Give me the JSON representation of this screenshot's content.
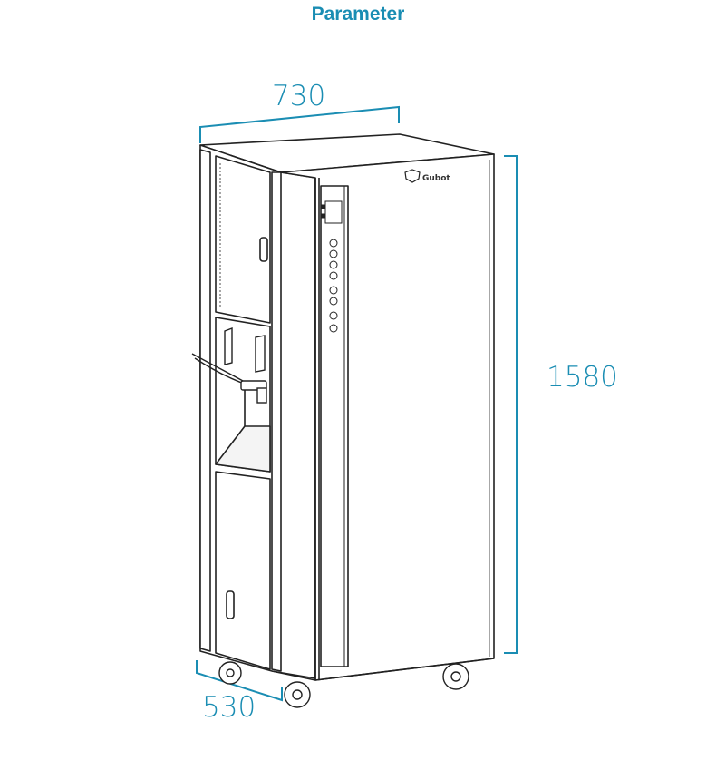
{
  "title": "Parameter",
  "dimensions": {
    "width": "730",
    "height": "1580",
    "depth": "530"
  },
  "product": {
    "brand_text": "Gubot",
    "brand_logo_icon": "shield-logo-icon"
  },
  "colors": {
    "accent": "#1a8db3",
    "line": "#222222"
  }
}
